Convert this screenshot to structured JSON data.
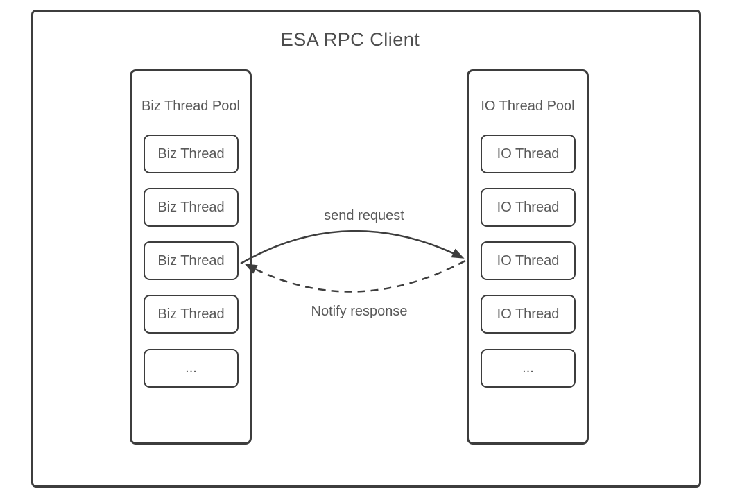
{
  "diagram": {
    "title": "ESA RPC Client",
    "pools": [
      {
        "id": "biz",
        "label": "Biz Thread Pool",
        "items": [
          "Biz Thread",
          "Biz Thread",
          "Biz Thread",
          "Biz Thread",
          "..."
        ]
      },
      {
        "id": "io",
        "label": "IO Thread Pool",
        "items": [
          "IO Thread",
          "IO Thread",
          "IO Thread",
          "IO Thread",
          "..."
        ]
      }
    ],
    "arrows": [
      {
        "label": "send request",
        "style": "solid",
        "from": "Biz Thread",
        "to": "IO Thread Pool",
        "direction": "left-to-right"
      },
      {
        "label": "Notify response",
        "style": "dashed",
        "from": "IO Thread Pool",
        "to": "Biz Thread",
        "direction": "right-to-left"
      }
    ],
    "colors": {
      "border": "#3d3d3d",
      "text": "#595959",
      "title": "#4d4d4d",
      "background": "#ffffff"
    }
  }
}
